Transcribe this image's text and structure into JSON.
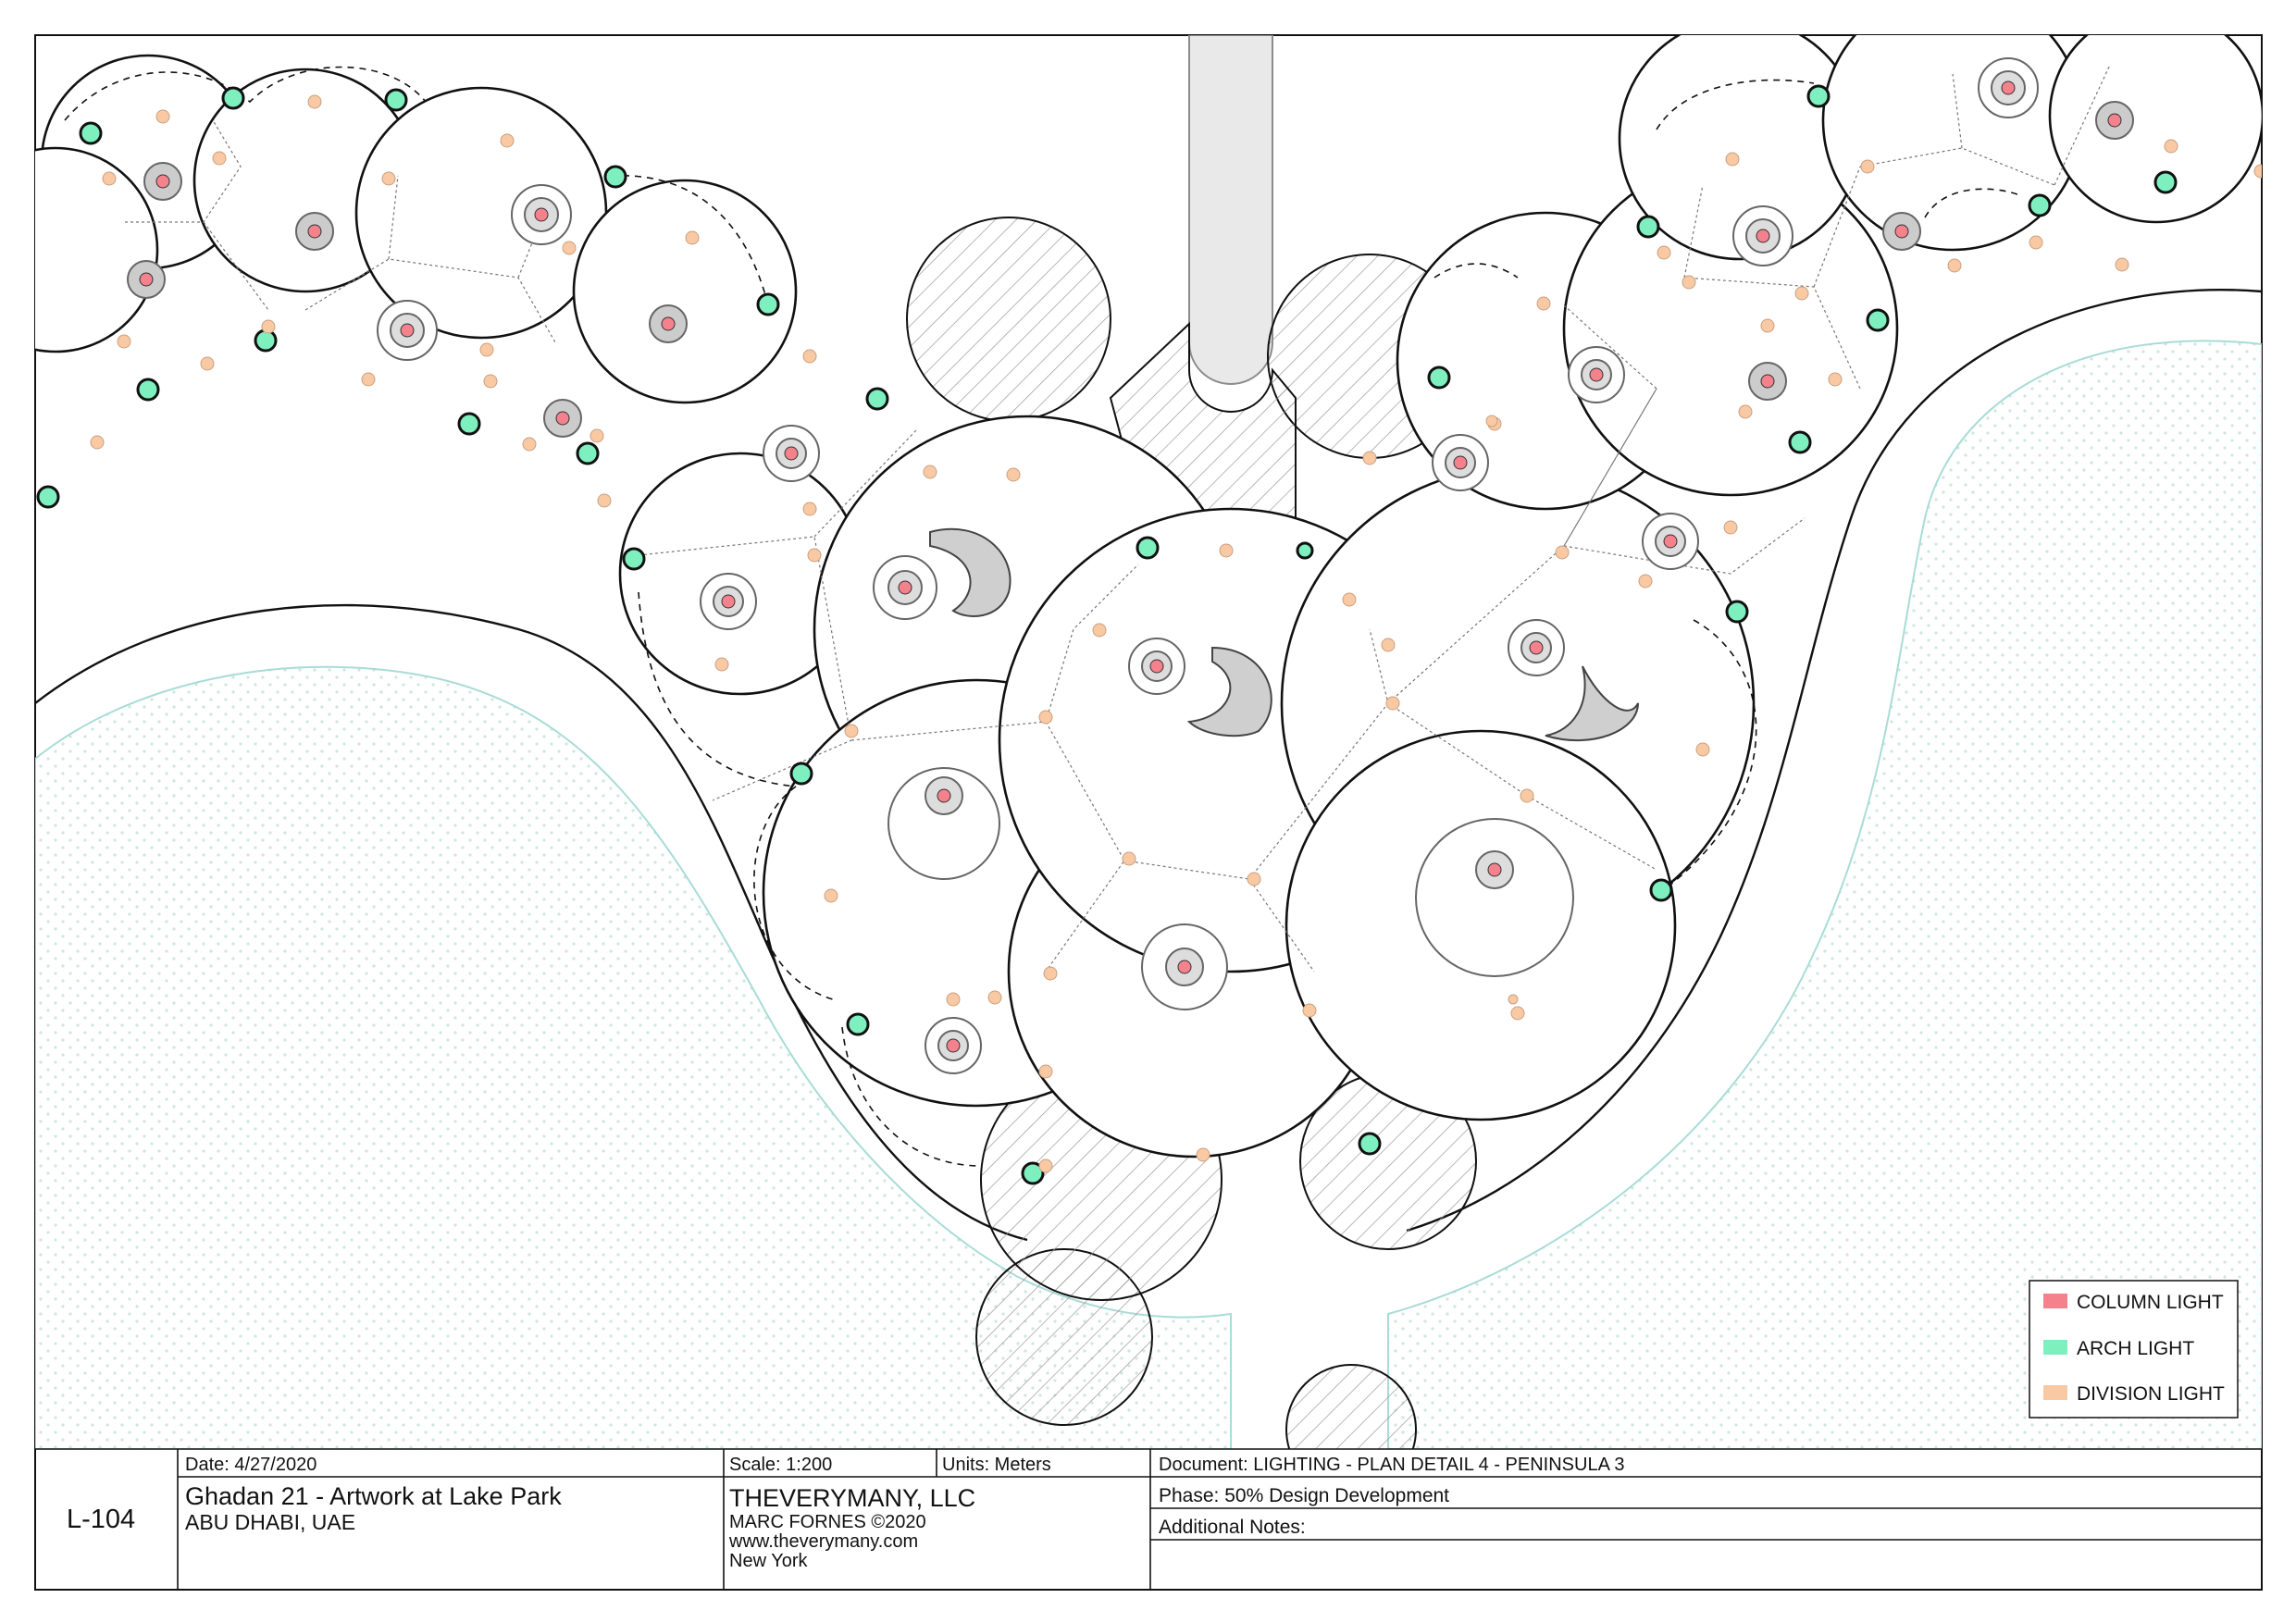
{
  "legend": {
    "items": [
      {
        "label": "COLUMN LIGHT",
        "color": "#f4828c"
      },
      {
        "label": "ARCH LIGHT",
        "color": "#7ef0c0"
      },
      {
        "label": "DIVISION LIGHT",
        "color": "#f9c9a4"
      }
    ]
  },
  "title_block": {
    "sheet_number": "L-104",
    "date": "Date: 4/27/2020",
    "project": "Ghadan 21 - Artwork at Lake Park",
    "location": "ABU DHABI, UAE",
    "scale": "Scale: 1:200",
    "units": "Units: Meters",
    "company": "THEVERYMANY, LLC",
    "designer": "MARC FORNES ©2020",
    "website": "www.theverymany.com",
    "city": "New York",
    "document": "Document: LIGHTING - PLAN DETAIL 4 - PENINSULA 3",
    "phase": "Phase: 50% Design Development",
    "notes": "Additional Notes:"
  },
  "colors": {
    "column_light": "#f4828c",
    "arch_light": "#7ef0c0",
    "division_light": "#f9c9a4",
    "water_outline": "#a8dcd6",
    "water_dots": "#d2e6e3"
  }
}
